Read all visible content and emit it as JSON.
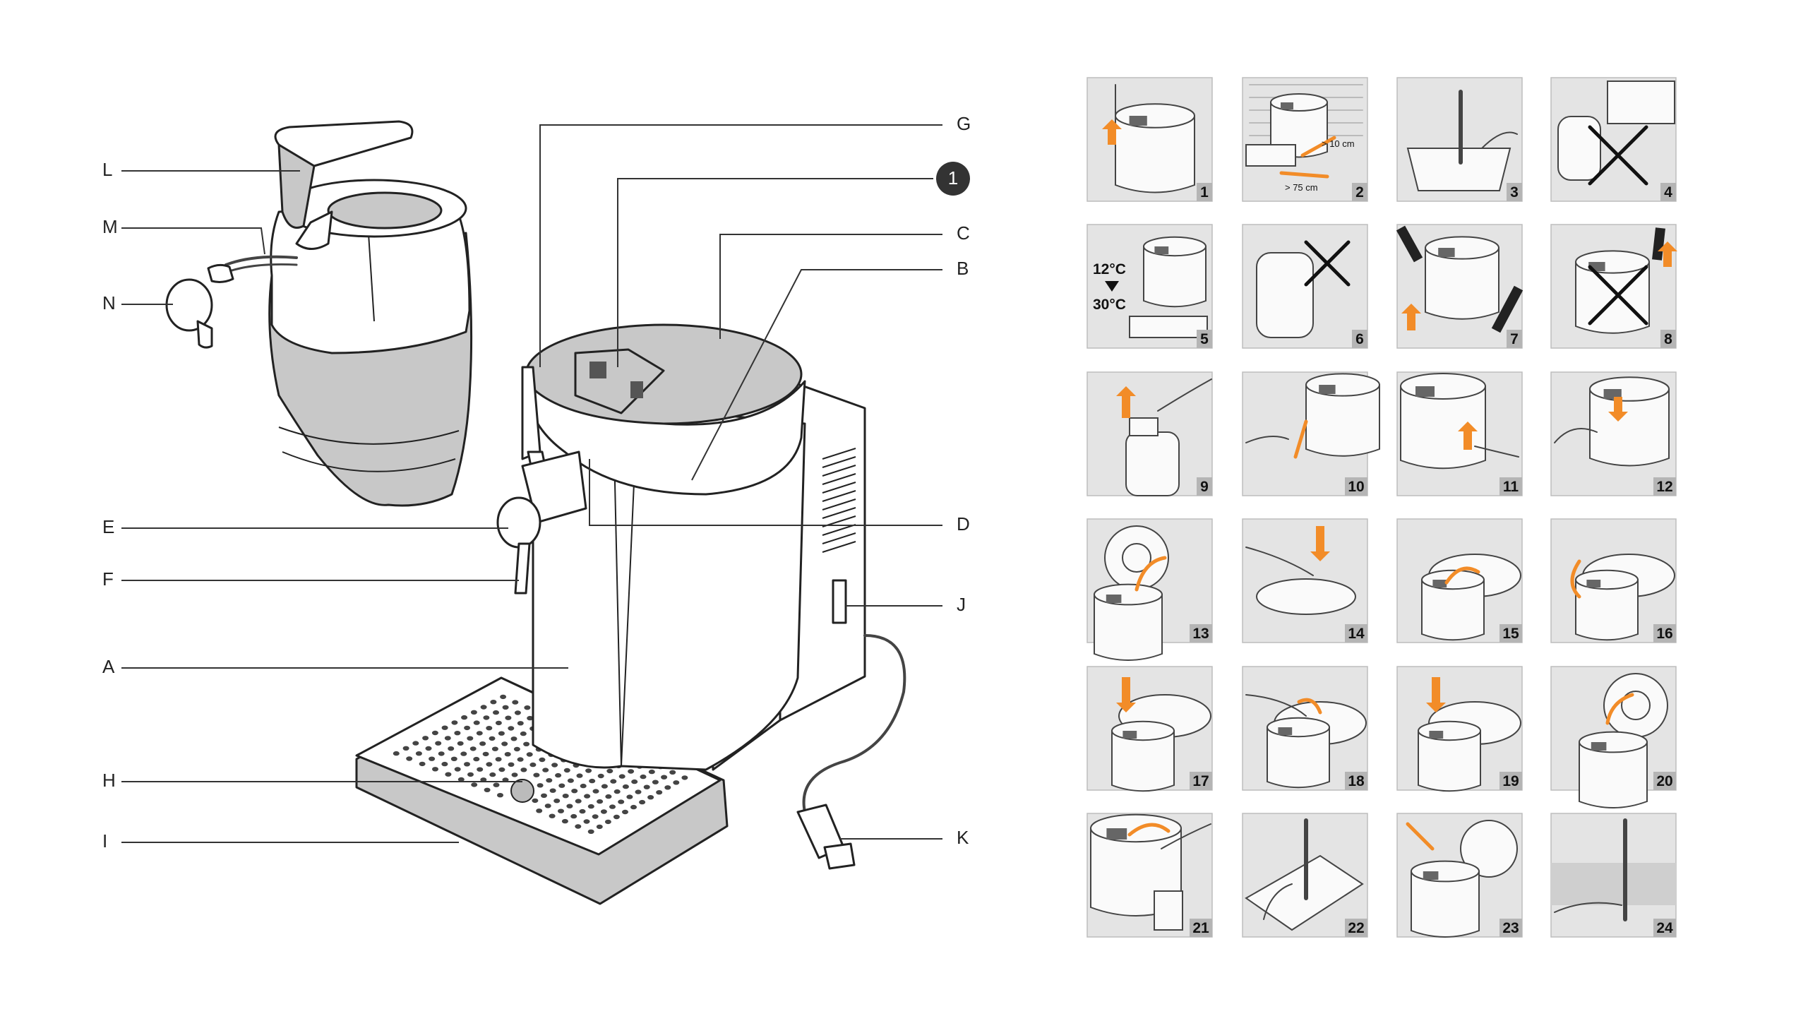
{
  "labels": {
    "L": "L",
    "M": "M",
    "N": "N",
    "E": "E",
    "F": "F",
    "A": "A",
    "H": "H",
    "I": "I",
    "G": "G",
    "marker": "1",
    "C": "C",
    "B": "B",
    "D": "D",
    "J": "J",
    "K": "K"
  },
  "steps": [
    {
      "number": "1",
      "icon": "tap-lever-icon"
    },
    {
      "number": "2",
      "icon": "placement-distance-icon",
      "dim_a": "> 10 cm",
      "dim_b": "> 75 cm"
    },
    {
      "number": "3",
      "icon": "sink-cleaning-icon"
    },
    {
      "number": "4",
      "icon": "no-freezer-icon"
    },
    {
      "number": "5",
      "icon": "temperature-range-icon",
      "temp_high": "12°C",
      "temp_low": "30°C"
    },
    {
      "number": "6",
      "icon": "no-heat-keg-icon"
    },
    {
      "number": "7",
      "icon": "lift-upright-icon"
    },
    {
      "number": "8",
      "icon": "no-tilt-icon"
    },
    {
      "number": "9",
      "icon": "open-keg-cap-icon"
    },
    {
      "number": "10",
      "icon": "insert-tap-part-icon"
    },
    {
      "number": "11",
      "icon": "switch-on-icon"
    },
    {
      "number": "12",
      "icon": "press-button-icon"
    },
    {
      "number": "13",
      "icon": "open-lid-icon"
    },
    {
      "number": "14",
      "icon": "insert-keg-icon"
    },
    {
      "number": "15",
      "icon": "rotate-connector-icon"
    },
    {
      "number": "16",
      "icon": "lock-tap-icon"
    },
    {
      "number": "17",
      "icon": "push-tap-down-icon"
    },
    {
      "number": "18",
      "icon": "turn-lever-icon"
    },
    {
      "number": "19",
      "icon": "press-down-icon"
    },
    {
      "number": "20",
      "icon": "close-lid-icon"
    },
    {
      "number": "21",
      "icon": "pour-beer-icon"
    },
    {
      "number": "22",
      "icon": "clean-drip-tray-icon"
    },
    {
      "number": "23",
      "icon": "remove-keg-icon"
    },
    {
      "number": "24",
      "icon": "rinse-tap-icon"
    }
  ],
  "colors": {
    "accent": "#f28c28",
    "panel": "#e4e4e4",
    "line": "#222222",
    "numbox": "#b5b5b5"
  }
}
